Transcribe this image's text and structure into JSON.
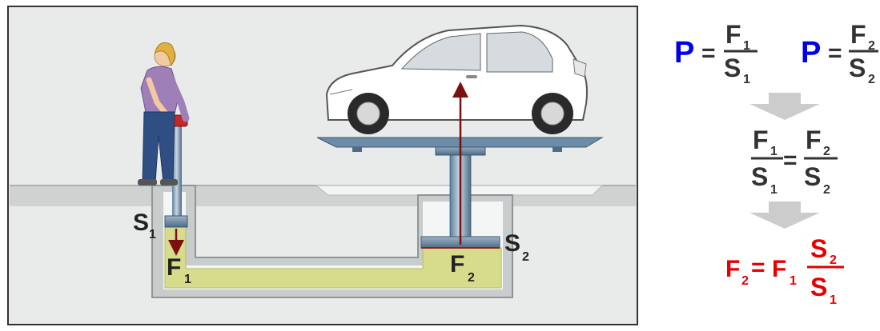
{
  "labels": {
    "s1": {
      "main": "S",
      "sub": "1"
    },
    "f1": {
      "main": "F",
      "sub": "1"
    },
    "s2": {
      "main": "S",
      "sub": "2"
    },
    "f2": {
      "main": "F",
      "sub": "2"
    }
  },
  "formulas": {
    "eq1": {
      "lhs": "P",
      "eq": "=",
      "num": "F",
      "num_sub": "1",
      "den": "S",
      "den_sub": "1"
    },
    "eq2": {
      "lhs": "P",
      "eq": "=",
      "num": "F",
      "num_sub": "2",
      "den": "S",
      "den_sub": "2"
    },
    "eq3": {
      "l_num": "F",
      "l_num_sub": "1",
      "l_den": "S",
      "l_den_sub": "1",
      "eq": "=",
      "r_num": "F",
      "r_num_sub": "2",
      "r_den": "S",
      "r_den_sub": "2"
    },
    "eq4": {
      "lhs": "F",
      "lhs_sub": "2",
      "eq": "=",
      "mult": "F",
      "mult_sub": "1",
      "num": "S",
      "num_sub": "2",
      "den": "S",
      "den_sub": "1"
    }
  },
  "colors": {
    "p_blue": "#0000e6",
    "result_red": "#e60000",
    "text_dark": "#333333",
    "arrow_gray": "#cccccc",
    "fluid": "#d6dc8c",
    "force_arrow": "#7a1010"
  }
}
